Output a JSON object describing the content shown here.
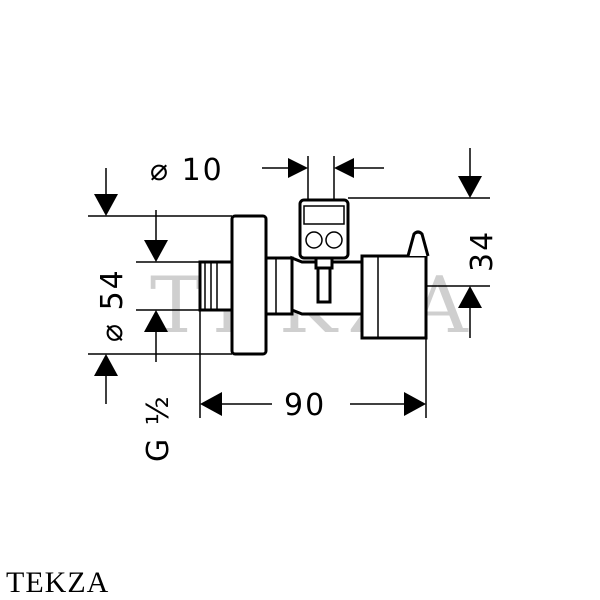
{
  "dimensions": {
    "outlet_diameter": "⌀ 10",
    "outlet_height": "34",
    "flange_diameter": "⌀ 54",
    "thread": "G ½",
    "length": "90"
  },
  "watermark": "TEKZA",
  "brand_label": "TEKZA",
  "colors": {
    "line": "#000000",
    "watermark": "#cfcfcf",
    "background": "#ffffff"
  }
}
